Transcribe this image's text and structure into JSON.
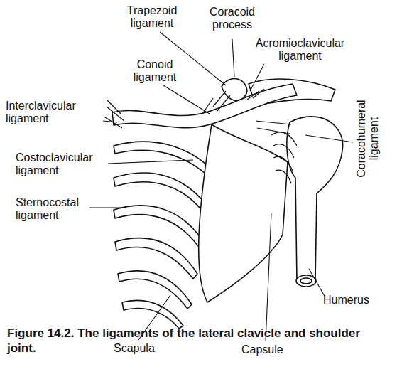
{
  "diagram": {
    "caption": "Figure 14.2. The ligaments of the lateral clavicle and shoulder joint.",
    "labels": [
      "Trapezoid ligament",
      "Coracoid process",
      "Conoid ligament",
      "Acromioclavicular ligament",
      "Interclavicular ligament",
      "Costoclavicular ligament",
      "Sternocostal ligament",
      "Coracohumeral ligament",
      "Humerus",
      "Scapula",
      "Capsule"
    ]
  }
}
